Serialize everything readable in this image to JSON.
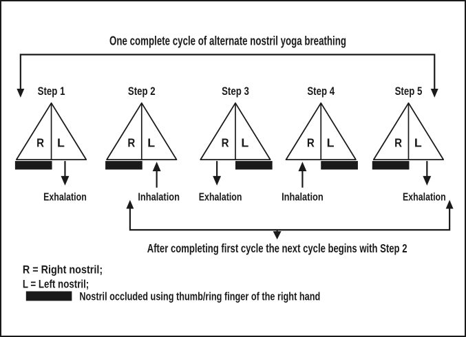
{
  "figure": {
    "title": "One complete cycle of alternate nostril yoga breathing",
    "repeat_note": "After completing first cycle the next cycle begins with Step 2"
  },
  "nostrils": {
    "right_letter": "R",
    "left_letter": "L"
  },
  "steps": [
    {
      "label": "Step 1",
      "breath": "Exhalation",
      "occluded_nostril": "right",
      "open_nostril": "left",
      "airflow": "out"
    },
    {
      "label": "Step 2",
      "breath": "Inhalation",
      "occluded_nostril": "right",
      "open_nostril": "left",
      "airflow": "in"
    },
    {
      "label": "Step 3",
      "breath": "Exhalation",
      "occluded_nostril": "left",
      "open_nostril": "right",
      "airflow": "out"
    },
    {
      "label": "Step 4",
      "breath": "Inhalation",
      "occluded_nostril": "left",
      "open_nostril": "right",
      "airflow": "in"
    },
    {
      "label": "Step 5",
      "breath": "Exhalation",
      "occluded_nostril": "right",
      "open_nostril": "left",
      "airflow": "out"
    }
  ],
  "legend": {
    "right_def": "R = Right nostril;",
    "left_def": "L = Left nostril;",
    "occluded_def": "Nostril occluded using thumb/ring finger of the right hand"
  },
  "colors": {
    "ink": "#1a1a1a",
    "background": "#ffffff",
    "border": "#1a1a1a"
  }
}
